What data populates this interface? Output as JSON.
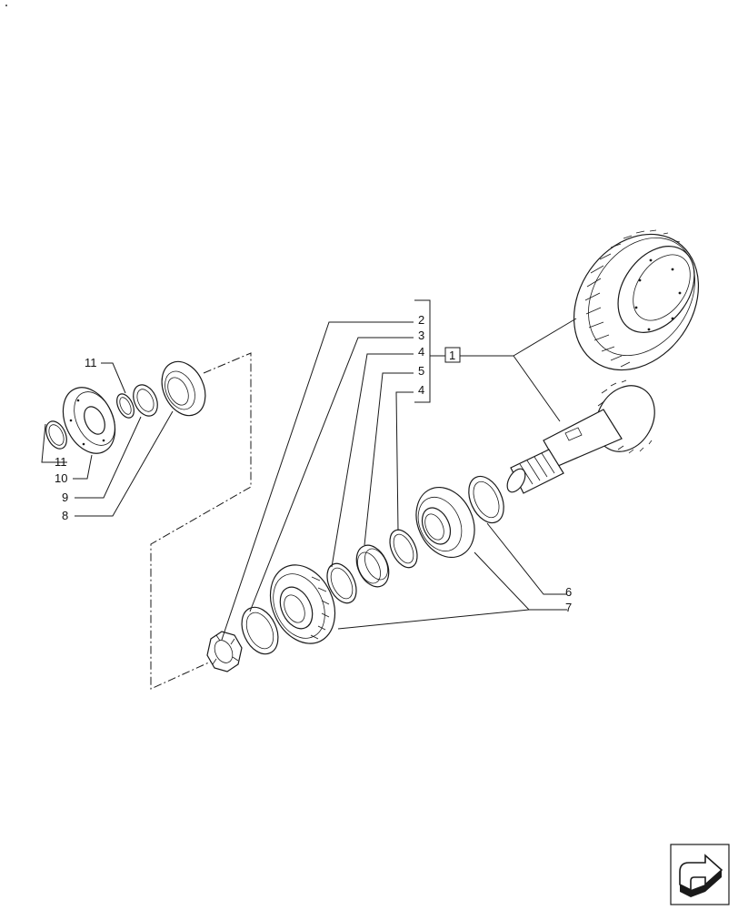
{
  "callouts": {
    "c2": "2",
    "c3": "3",
    "c4a": "4",
    "c5": "5",
    "c4b": "4",
    "c1": "1",
    "c6": "6",
    "c7": "7",
    "c11a": "11",
    "c11b": "11",
    "c10": "10",
    "c9": "9",
    "c8": "8"
  },
  "icons": {
    "corner": "dot-mark",
    "nav": "next-page-arrow-icon"
  }
}
